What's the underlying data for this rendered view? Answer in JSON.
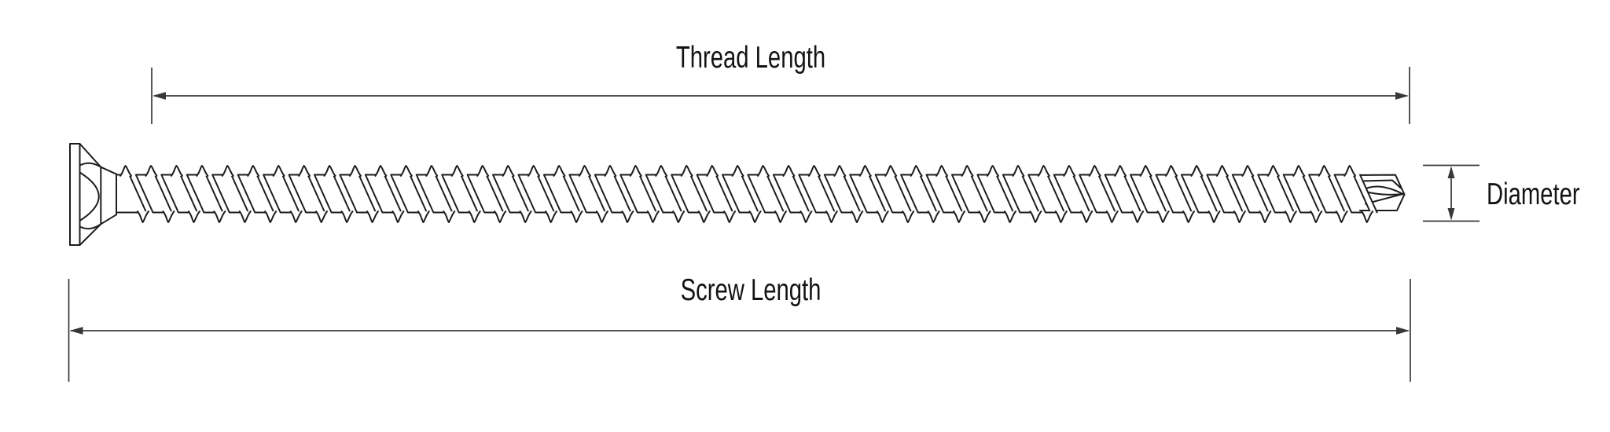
{
  "diagram": {
    "type": "technical-drawing",
    "labels": {
      "thread_length": "Thread Length",
      "screw_length": "Screw Length",
      "diameter": "Diameter"
    },
    "colors": {
      "background": "#ffffff",
      "line": "#1d1d1d",
      "dimension": "#383838",
      "text": "#141414"
    }
  }
}
